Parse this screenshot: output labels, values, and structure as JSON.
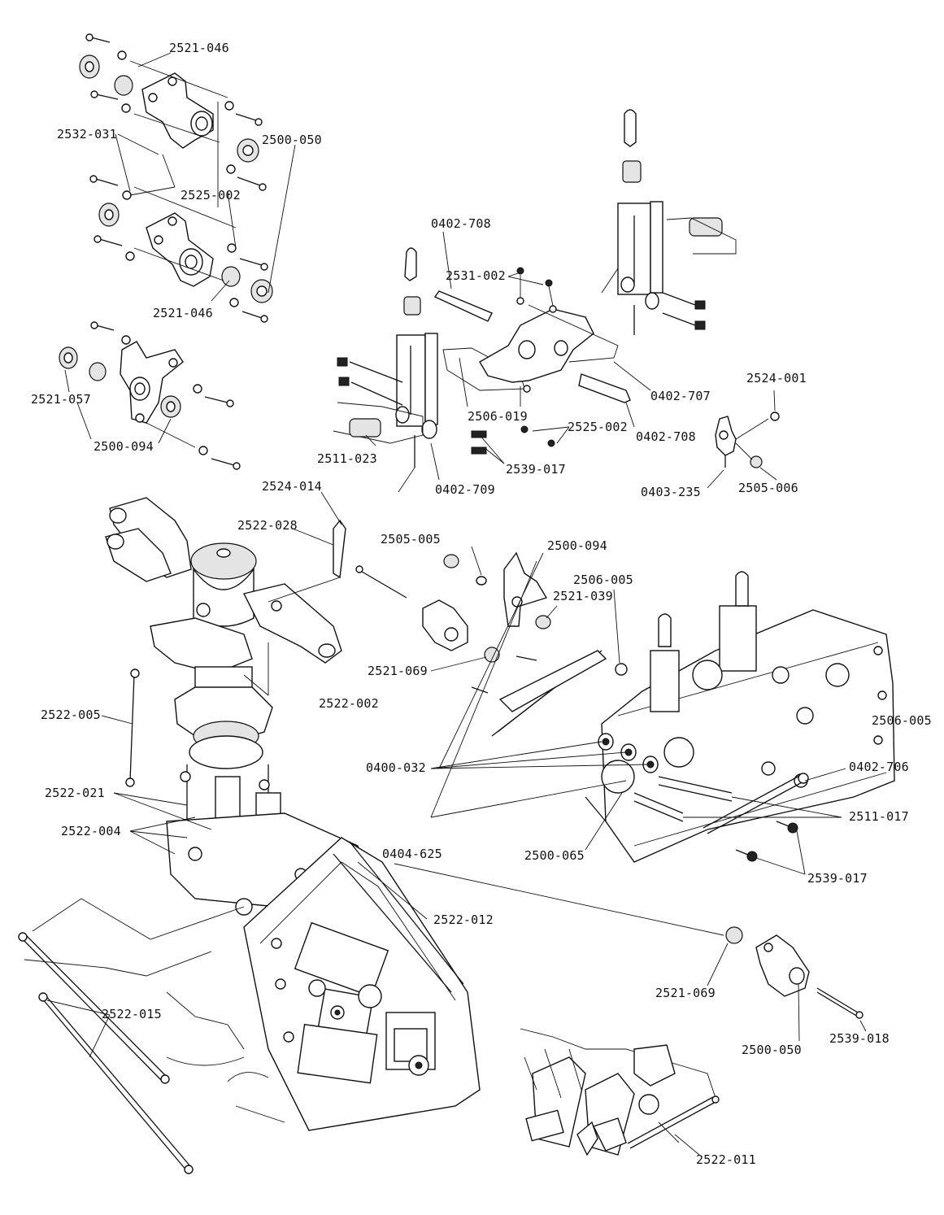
{
  "labels": [
    {
      "key": "2521-046-top",
      "text": "2521-046"
    },
    {
      "key": "2532-031",
      "text": "2532-031"
    },
    {
      "key": "2500-050-top",
      "text": "2500-050"
    },
    {
      "key": "2525-002-top",
      "text": "2525-002"
    },
    {
      "key": "2521-046-bottom",
      "text": "2521-046"
    },
    {
      "key": "2521-057",
      "text": "2521-057"
    },
    {
      "key": "2500-094-left",
      "text": "2500-094"
    },
    {
      "key": "0402-708-top",
      "text": "0402-708"
    },
    {
      "key": "2531-002",
      "text": "2531-002"
    },
    {
      "key": "0402-707",
      "text": "0402-707"
    },
    {
      "key": "2506-019",
      "text": "2506-019"
    },
    {
      "key": "2525-002-mid",
      "text": "2525-002"
    },
    {
      "key": "0402-708-bottom",
      "text": "0402-708"
    },
    {
      "key": "2511-023",
      "text": "2511-023"
    },
    {
      "key": "2539-017-top",
      "text": "2539-017"
    },
    {
      "key": "0402-709",
      "text": "0402-709"
    },
    {
      "key": "2524-001",
      "text": "2524-001"
    },
    {
      "key": "0403-235",
      "text": "0403-235"
    },
    {
      "key": "2505-006",
      "text": "2505-006"
    },
    {
      "key": "2524-014",
      "text": "2524-014"
    },
    {
      "key": "2522-028",
      "text": "2522-028"
    },
    {
      "key": "2505-005",
      "text": "2505-005"
    },
    {
      "key": "2500-094-mid",
      "text": "2500-094"
    },
    {
      "key": "2506-005-top",
      "text": "2506-005"
    },
    {
      "key": "2521-039",
      "text": "2521-039"
    },
    {
      "key": "2521-069-mid",
      "text": "2521-069"
    },
    {
      "key": "2522-002",
      "text": "2522-002"
    },
    {
      "key": "2522-005",
      "text": "2522-005"
    },
    {
      "key": "2506-005-right",
      "text": "2506-005"
    },
    {
      "key": "0400-032",
      "text": "0400-032"
    },
    {
      "key": "0402-706",
      "text": "0402-706"
    },
    {
      "key": "2522-021",
      "text": "2522-021"
    },
    {
      "key": "2511-017",
      "text": "2511-017"
    },
    {
      "key": "2522-004",
      "text": "2522-004"
    },
    {
      "key": "0404-625",
      "text": "0404-625"
    },
    {
      "key": "2500-065",
      "text": "2500-065"
    },
    {
      "key": "2539-017-bottom",
      "text": "2539-017"
    },
    {
      "key": "2522-012",
      "text": "2522-012"
    },
    {
      "key": "2521-069-bottom",
      "text": "2521-069"
    },
    {
      "key": "2522-015",
      "text": "2522-015"
    },
    {
      "key": "2500-050-bottom",
      "text": "2500-050"
    },
    {
      "key": "2539-018",
      "text": "2539-018"
    },
    {
      "key": "2522-011",
      "text": "2522-011"
    }
  ]
}
